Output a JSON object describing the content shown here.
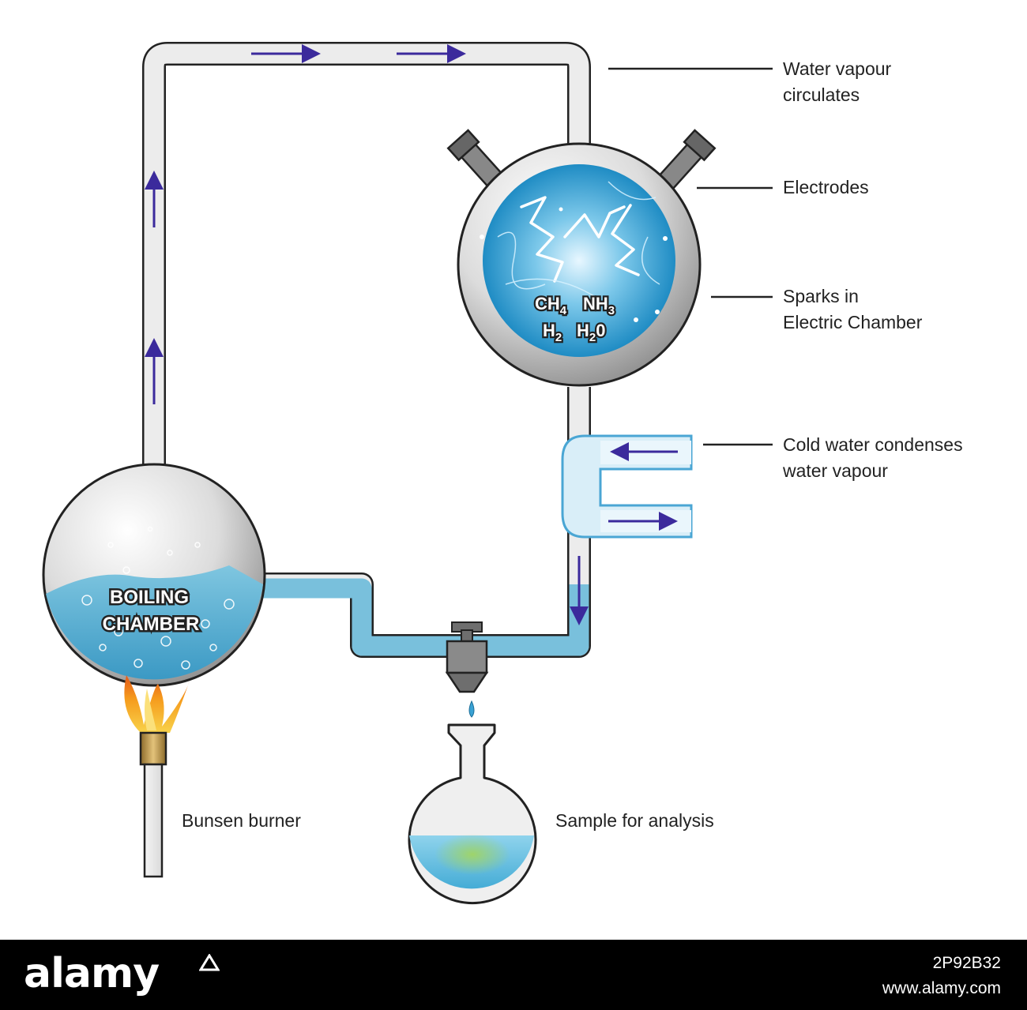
{
  "labels": {
    "water_vapour": "Water vapour\ncirculates",
    "electrodes": "Electrodes",
    "sparks": "Sparks in\nElectric Chamber",
    "cold_water": "Cold water condenses\nwater vapour",
    "bunsen": "Bunsen burner",
    "sample": "Sample for analysis"
  },
  "boiling_chamber": {
    "line1": "BOILING",
    "line2": "CHAMBER"
  },
  "gases": {
    "ch4": {
      "base": "CH",
      "sub": "4"
    },
    "nh3": {
      "base": "NH",
      "sub": "3"
    },
    "h2": {
      "base": "H",
      "sub": "2"
    },
    "h2o": {
      "base": "H",
      "sub": "2",
      "tail": "0"
    }
  },
  "footer": {
    "logo": "alamy",
    "image_id": "2P92B32",
    "url": "www.alamy.com"
  },
  "colors": {
    "water": "#5fb6d6",
    "arrow": "#3b2a9c",
    "flame": "#f4a01c",
    "glass": "#d4d4d4",
    "outline": "#222222"
  }
}
